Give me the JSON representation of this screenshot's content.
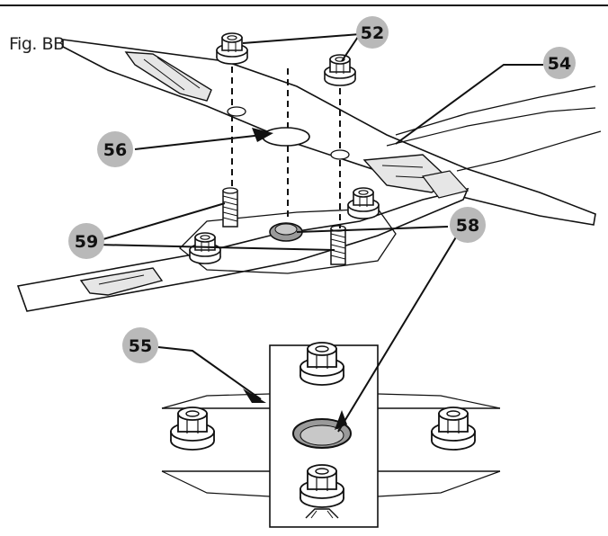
{
  "figure": {
    "label": "Fig. BB"
  },
  "callouts": [
    {
      "id": "52",
      "text": "52"
    },
    {
      "id": "54",
      "text": "54"
    },
    {
      "id": "56",
      "text": "56"
    },
    {
      "id": "59",
      "text": "59"
    },
    {
      "id": "58",
      "text": "58"
    },
    {
      "id": "55",
      "text": "55"
    }
  ],
  "colors": {
    "line": "#111111",
    "callout_fill": "#b9b9b9",
    "part_fill": "#d9d9d9",
    "blade_fill": "#ffffff"
  }
}
